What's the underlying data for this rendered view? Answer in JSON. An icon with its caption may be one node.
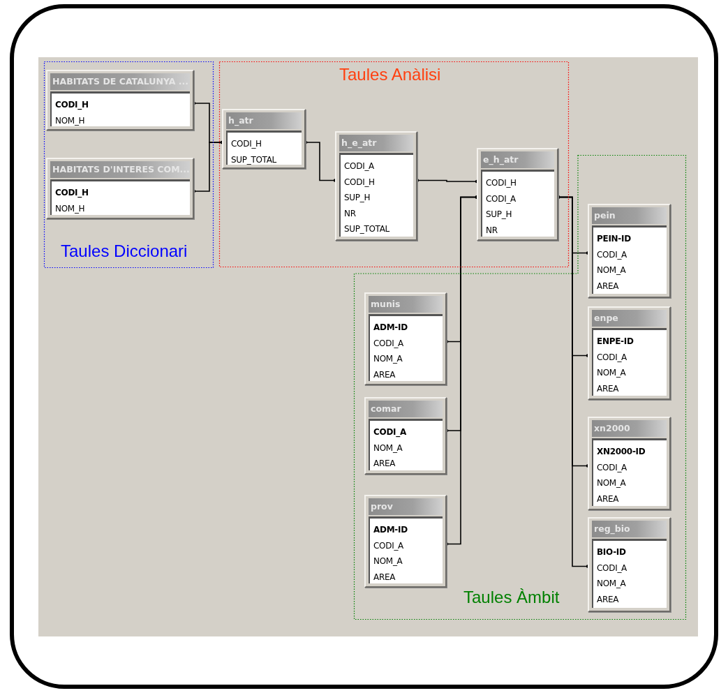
{
  "diagram": {
    "nodes": [
      {
        "text": [
          "Taules Diccionari"
        ]
      },
      {
        "text": [
          "HABITATS DE CATALUNYA ...",
          "CODI_H",
          "NOM_H"
        ],
        "in": 0
      },
      {
        "text": [
          "HABITATS D'INTERES COM...",
          "CODI_H",
          "NOM_H"
        ],
        "in": 0
      },
      {
        "text": [
          "Taules Anàlisi"
        ]
      },
      {
        "text": [
          "h_atr",
          "CODI_H",
          "SUP_TOTAL"
        ],
        "in": 3
      },
      {
        "text": [
          "h_e_atr",
          "CODI_A",
          "CODI_H",
          "SUP_H",
          "NR",
          "SUP_TOTAL"
        ],
        "in": 3
      },
      {
        "text": [
          "e_h_atr",
          "CODI_H",
          "CODI_A",
          "SUP_H",
          "NR"
        ],
        "in": 3
      },
      {
        "text": [
          "Taules Àmbit"
        ]
      },
      {
        "text": [
          "pein",
          "PEIN-ID",
          "CODI_A",
          "NOM_A",
          "AREA"
        ],
        "in": 7
      },
      {
        "text": [
          "enpe",
          "ENPE-ID",
          "CODI_A",
          "NOM_A",
          "AREA"
        ],
        "in": 7
      },
      {
        "text": [
          "xn2000",
          "XN2000-ID",
          "CODI_A",
          "NOM_A",
          "AREA"
        ],
        "in": 7
      },
      {
        "text": [
          "reg_bio",
          "BIO-ID",
          "CODI_A",
          "NOM_A",
          "AREA"
        ],
        "in": 7
      },
      {
        "text": [
          "munis",
          "ADM-ID",
          "CODI_A",
          "NOM_A",
          "AREA"
        ],
        "in": 7
      },
      {
        "text": [
          "comar",
          "CODI_A",
          "NOM_A",
          "AREA"
        ],
        "in": 7
      },
      {
        "text": [
          "prov",
          "ADM-ID",
          "CODI_A",
          "NOM_A",
          "AREA"
        ],
        "in": 7
      }
    ],
    "edges": [
      {
        "from": 1,
        "to": 4,
        "arrow": "other"
      },
      {
        "from": 2,
        "to": 4,
        "arrow": "other"
      },
      {
        "from": 4,
        "to": 5,
        "arrow": "other"
      },
      {
        "from": 5,
        "to": 6,
        "arrow": "other"
      },
      {
        "from": 6,
        "to": 8,
        "arrow": "other"
      },
      {
        "from": 6,
        "to": 9,
        "arrow": "other"
      },
      {
        "from": 6,
        "to": 10,
        "arrow": "other"
      },
      {
        "from": 6,
        "to": 11,
        "arrow": "other"
      },
      {
        "from": 12,
        "to": 6,
        "arrow": "other"
      },
      {
        "from": 13,
        "to": 6,
        "arrow": "other"
      },
      {
        "from": 14,
        "to": 6,
        "arrow": "other"
      }
    ]
  }
}
